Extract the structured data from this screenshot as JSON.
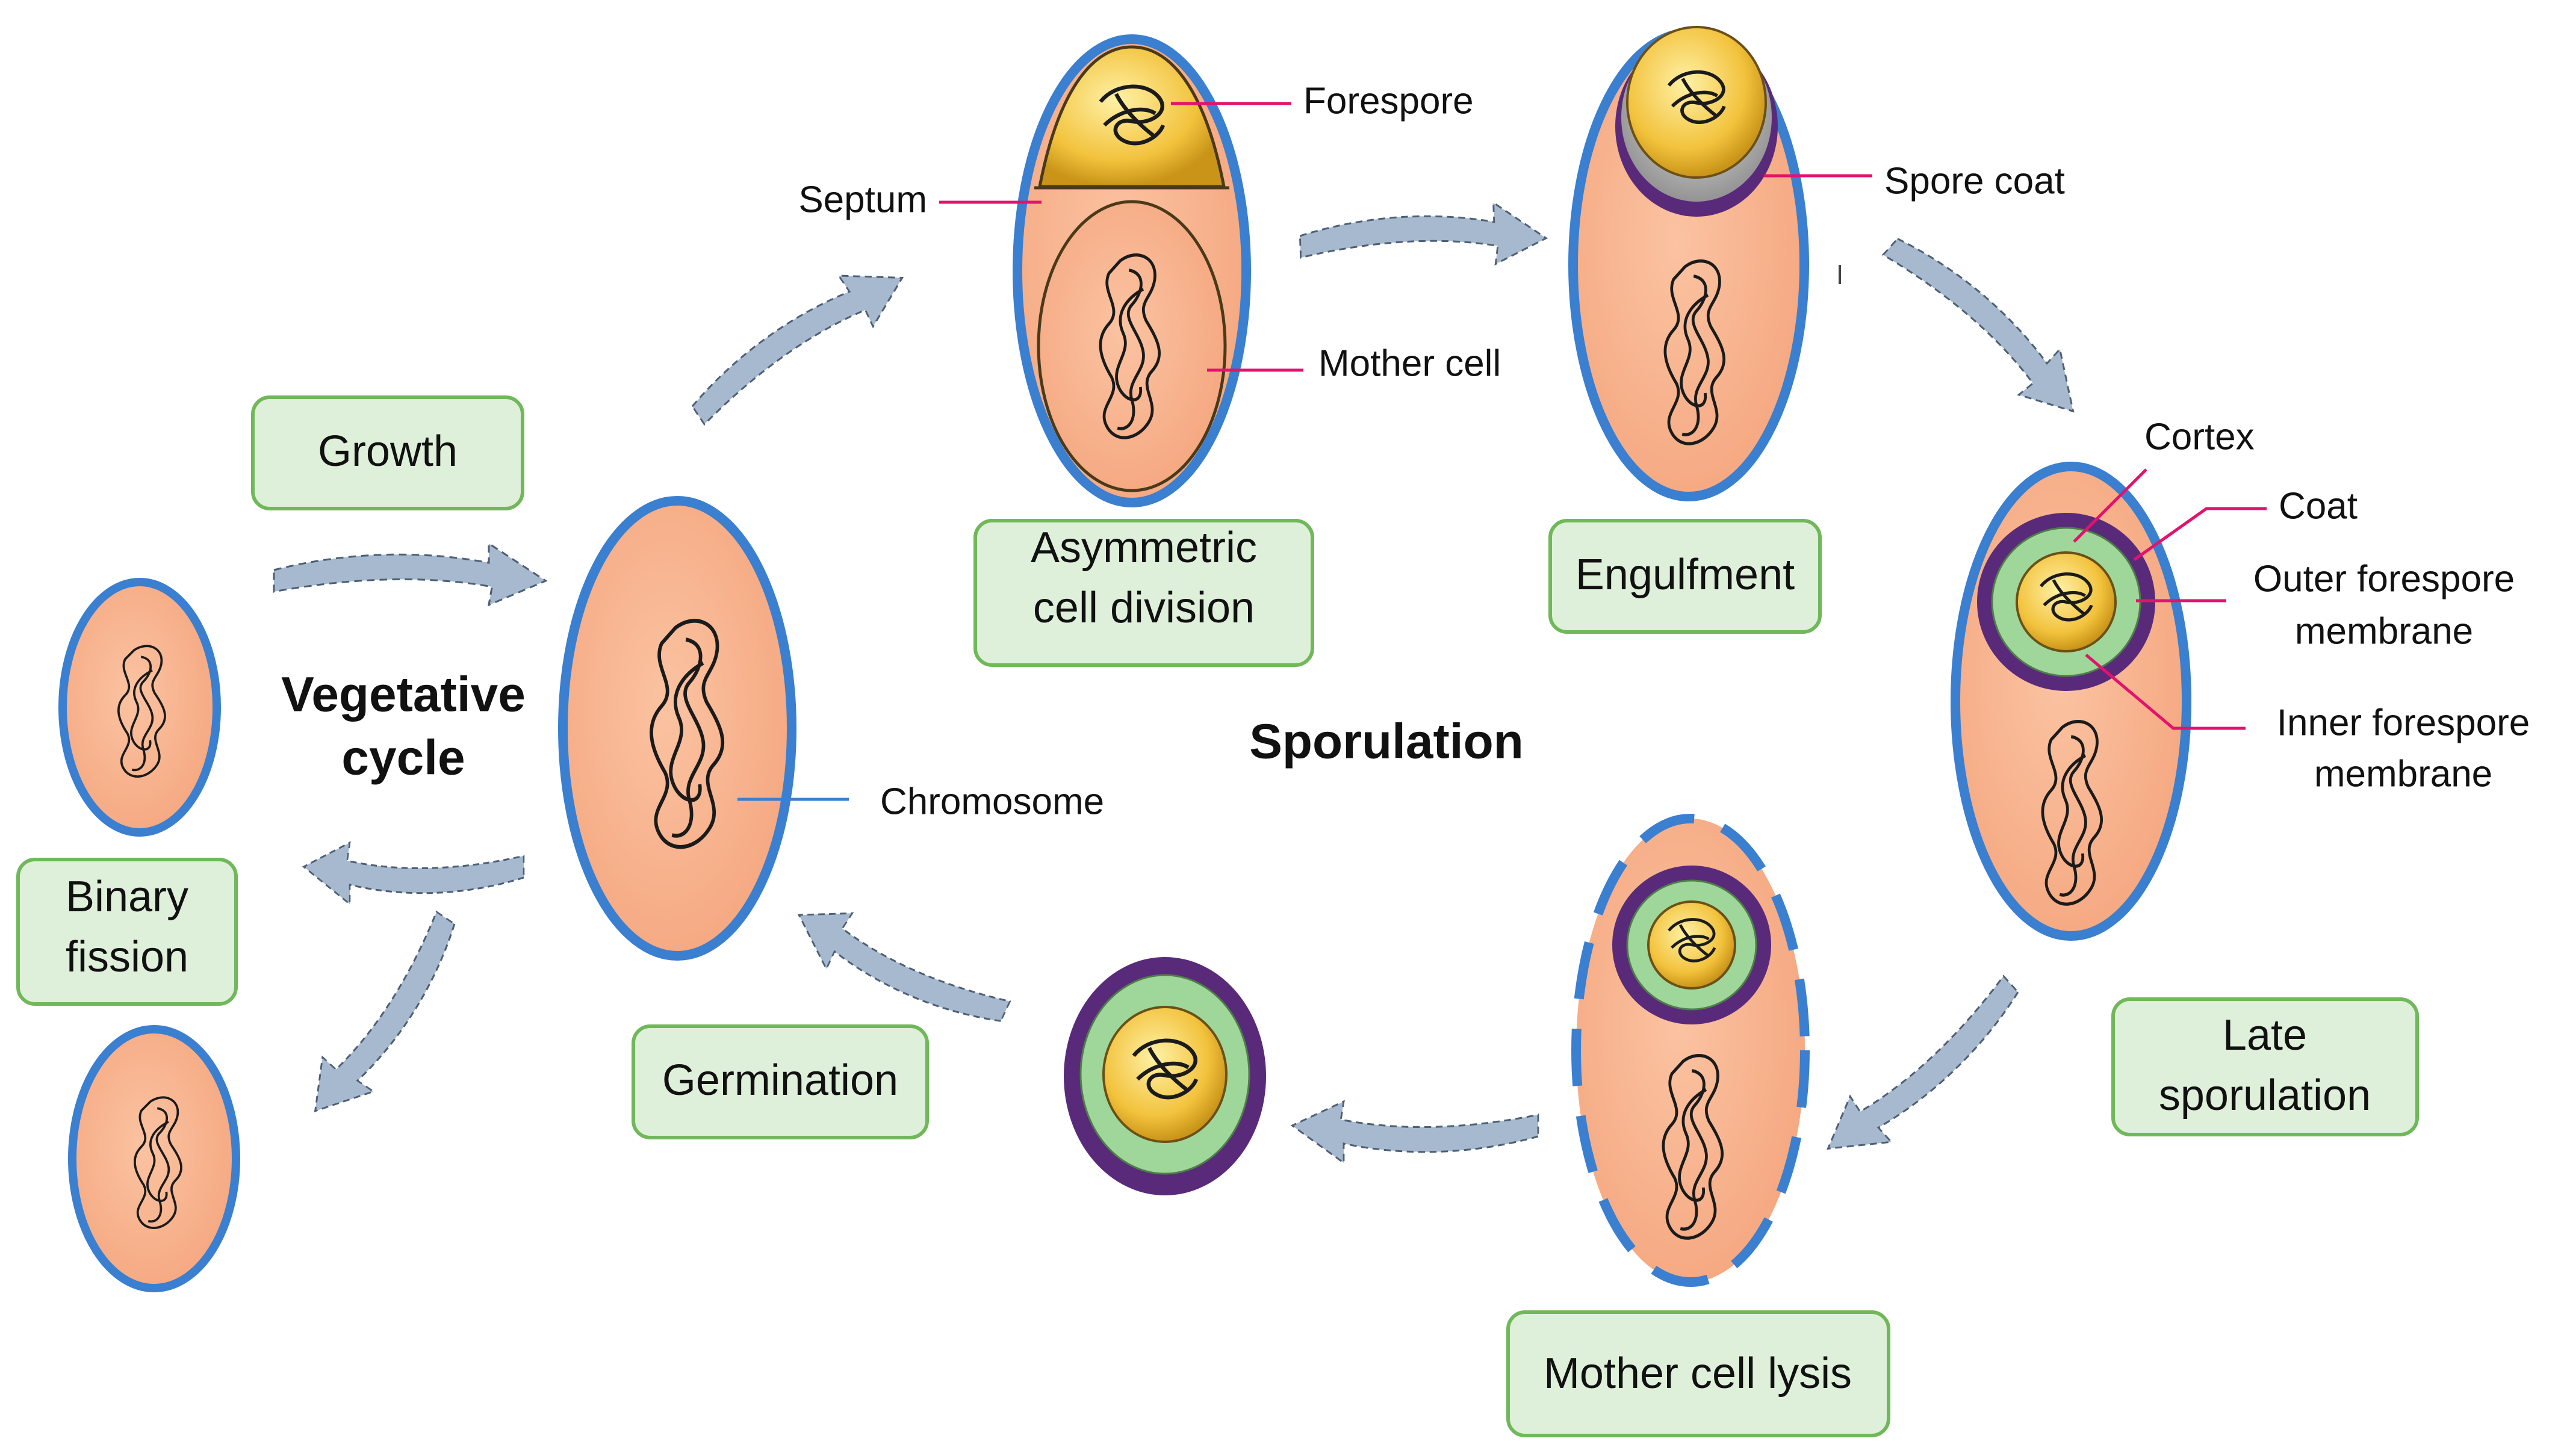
{
  "colors": {
    "cell_fill": "#f6ad86",
    "cell_border": "#3a7fd0",
    "forespore": "#f2c23c",
    "spore_coat_purple": "#5a2a7a",
    "cortex_green": "#9fd79a",
    "label_line_pink": "#e3126c",
    "label_line_blue": "#3a7fd0",
    "stage_box_fill": "#dff0da",
    "stage_box_border": "#70b85a",
    "arrow_fill": "#a6b9cf"
  },
  "labels": {
    "forespore": "Forespore",
    "septum": "Septum",
    "mother_cell": "Mother cell",
    "spore_coat": "Spore coat",
    "cortex": "Cortex",
    "coat": "Coat",
    "outer_forespore_line1": "Outer forespore",
    "outer_forespore_line2": "membrane",
    "inner_forespore_line1": "Inner forespore",
    "inner_forespore_line2": "membrane",
    "chromosome": "Chromosome"
  },
  "stages": {
    "growth": "Growth",
    "asymmetric_line1": "Asymmetric",
    "asymmetric_line2": "cell division",
    "engulfment": "Engulfment",
    "late_line1": "Late",
    "late_line2": "sporulation",
    "lysis": "Mother cell lysis",
    "germination": "Germination",
    "binary_line1": "Binary",
    "binary_line2": "fission"
  },
  "cycles": {
    "vegetative_line1": "Vegetative",
    "vegetative_line2": "cycle",
    "sporulation": "Sporulation"
  },
  "icons": [
    "chromosome-icon",
    "process-arrow-icon"
  ]
}
